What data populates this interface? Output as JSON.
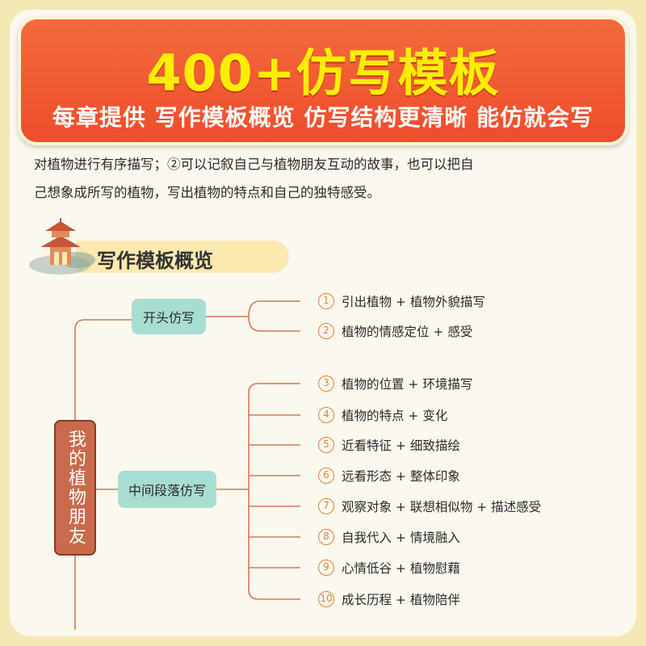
{
  "banner": {
    "title": "400+仿写模板",
    "subtitle": "每章提供 写作模板概览 仿写结构更清晰 能仿就会写"
  },
  "intro": {
    "line1": "对植物进行有序描写；②可以记叙自己与植物朋友互动的故事，也可以把自",
    "line2": "己想象成所写的植物，写出植物的特点和自己的独特感受。"
  },
  "section": {
    "title": "写作模板概览"
  },
  "mindmap": {
    "root": "我的植物朋友",
    "branches": [
      {
        "label": "开头仿写",
        "items": [
          {
            "num": "1",
            "text": "引出植物 + 植物外貌描写"
          },
          {
            "num": "2",
            "text": "植物的情感定位 + 感受"
          }
        ]
      },
      {
        "label": "中间段落仿写",
        "items": [
          {
            "num": "3",
            "text": "植物的位置 + 环境描写"
          },
          {
            "num": "4",
            "text": "植物的特点 + 变化"
          },
          {
            "num": "5",
            "text": "近看特征 + 细致描绘"
          },
          {
            "num": "6",
            "text": "远看形态 + 整体印象"
          },
          {
            "num": "7",
            "text": "观察对象 + 联想相似物 + 描述感受"
          },
          {
            "num": "8",
            "text": "自我代入 + 情境融入"
          },
          {
            "num": "9",
            "text": "心情低谷 + 植物慰藉"
          },
          {
            "num": "10",
            "text": "成长历程 + 植物陪伴"
          }
        ]
      }
    ]
  },
  "colors": {
    "banner": "#ee4d2c",
    "banner_title": "#ffee00",
    "root_box": "#c96a4c",
    "branch_box": "#a8ddd2",
    "connector": "#d27a54",
    "number_circle": "#e0833a"
  }
}
